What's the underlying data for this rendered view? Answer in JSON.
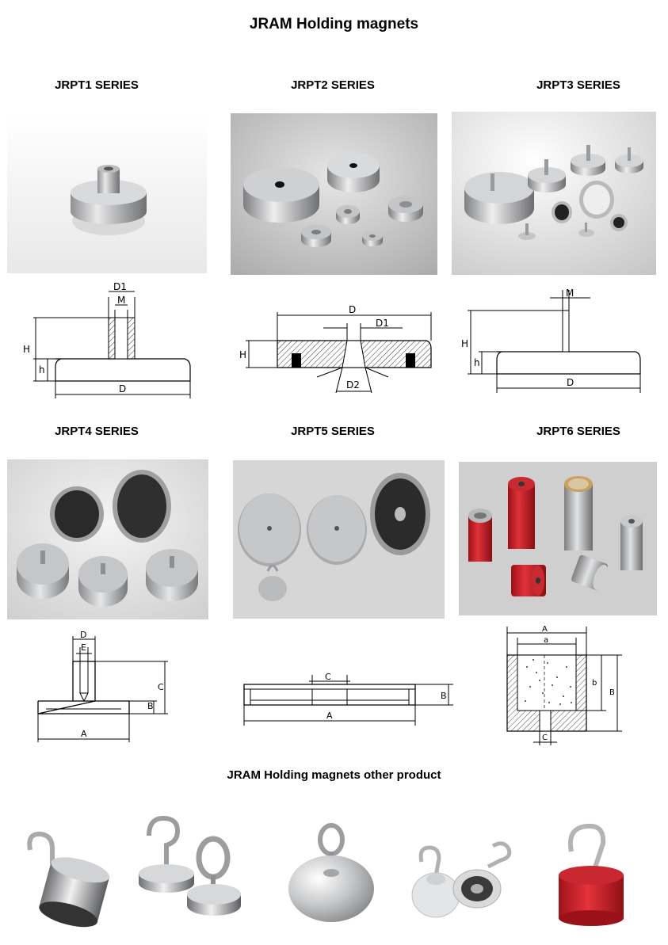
{
  "page": {
    "title": "JRAM Holding magnets",
    "other_title": "JRAM Holding magnets other product"
  },
  "series": [
    {
      "label": "JRPT1 SERIES"
    },
    {
      "label": "JRPT2 SERIES"
    },
    {
      "label": "JRPT3 SERIES"
    },
    {
      "label": "JRPT4 SERIES"
    },
    {
      "label": "JRPT5 SERIES"
    },
    {
      "label": "JRPT6 SERIES"
    }
  ],
  "dims": {
    "jrpt1": {
      "d1": "D1",
      "m": "M",
      "h": "H",
      "h_small": "h",
      "d": "D"
    },
    "jrpt2": {
      "d": "D",
      "d1": "D1",
      "h": "H",
      "d2": "D2"
    },
    "jrpt3": {
      "m": "M",
      "h": "H",
      "h_small": "h",
      "d": "D"
    },
    "jrpt4": {
      "d": "D",
      "e": "E",
      "c": "C",
      "b": "B",
      "a": "A"
    },
    "jrpt5": {
      "c": "C",
      "b": "B",
      "a": "A"
    },
    "jrpt6": {
      "a_upper": "A",
      "a_lower": "a",
      "b_lower": "b",
      "b_upper": "B",
      "c": "C"
    }
  },
  "colors": {
    "steel": "#c8c9cb",
    "red": "#d21f26",
    "rubber": "#2c2c2c",
    "photo_bg": "#dcdcdc"
  }
}
